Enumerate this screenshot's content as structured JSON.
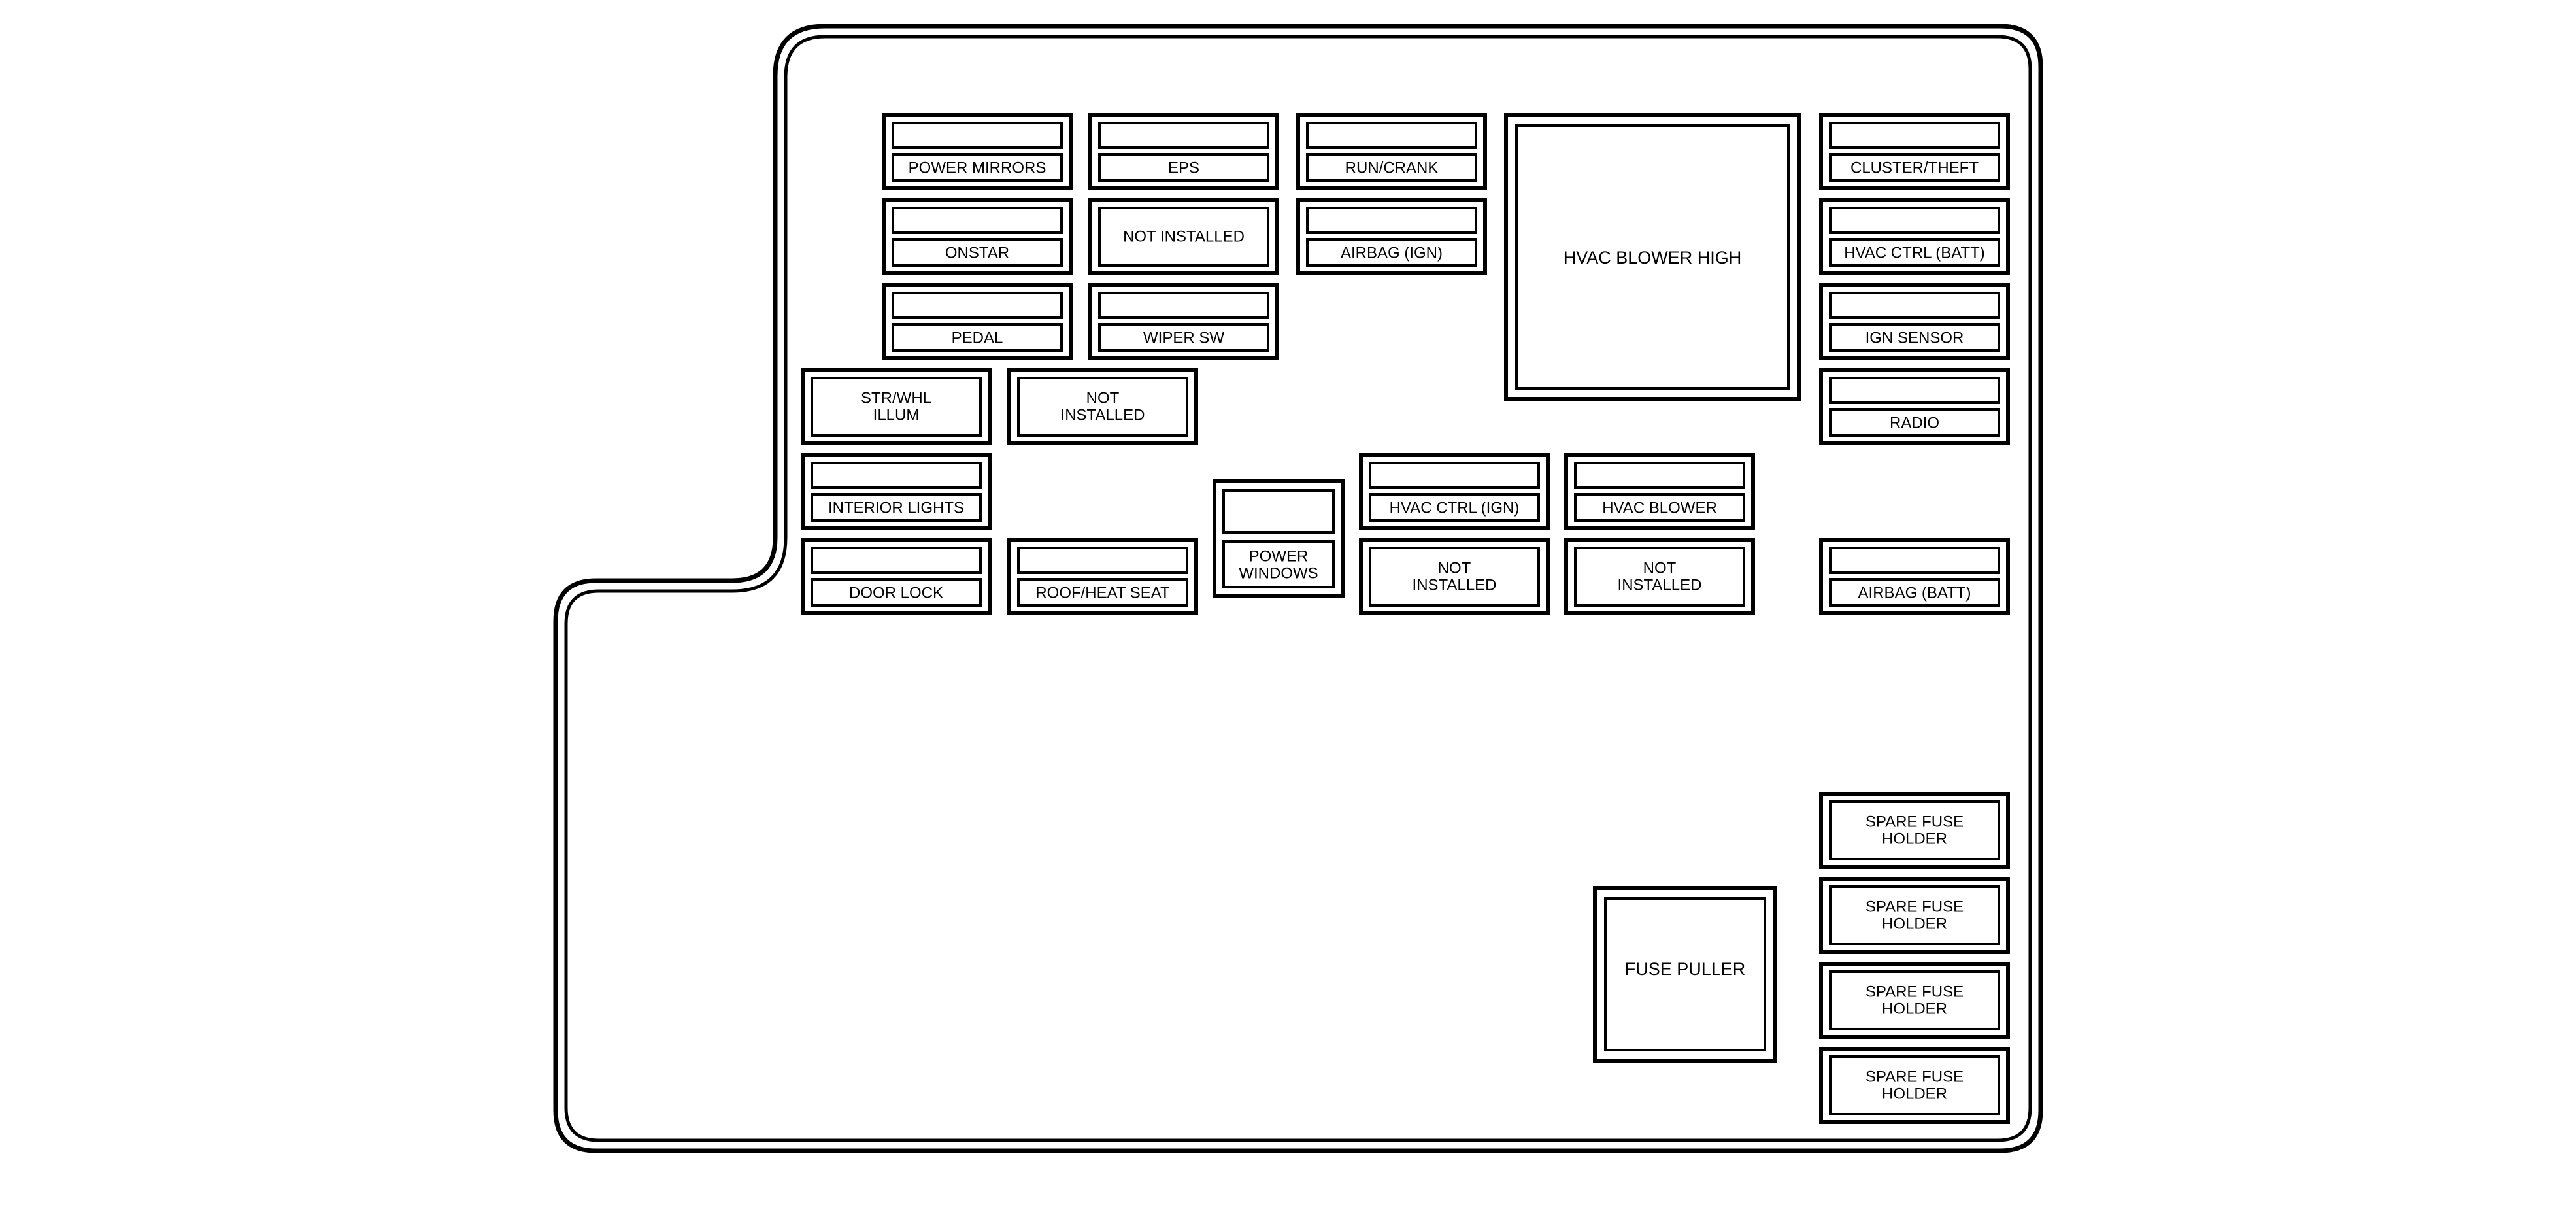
{
  "colors": {
    "line": "#000000",
    "background": "#ffffff"
  },
  "fuses": {
    "power_mirrors": [
      "POWER MIRRORS"
    ],
    "eps": [
      "EPS"
    ],
    "run_crank": [
      "RUN/CRANK"
    ],
    "cluster_theft": [
      "CLUSTER/THEFT"
    ],
    "onstar": [
      "ONSTAR"
    ],
    "not_installed_1": [
      "NOT INSTALLED"
    ],
    "airbag_ign": [
      "AIRBAG (IGN)"
    ],
    "hvac_ctrl_batt": [
      "HVAC CTRL (BATT)"
    ],
    "pedal": [
      "PEDAL"
    ],
    "wiper_sw": [
      "WIPER SW"
    ],
    "ign_sensor": [
      "IGN SENSOR"
    ],
    "str_whl_illum": [
      "STR/WHL",
      "ILLUM"
    ],
    "not_installed_2": [
      "NOT",
      "INSTALLED"
    ],
    "radio": [
      "RADIO"
    ],
    "interior_lights": [
      "INTERIOR LIGHTS"
    ],
    "hvac_ctrl_ign": [
      "HVAC CTRL (IGN)"
    ],
    "hvac_blower": [
      "HVAC BLOWER"
    ],
    "power_windows": [
      "POWER",
      "WINDOWS"
    ],
    "door_lock": [
      "DOOR LOCK"
    ],
    "roof_heat_seat": [
      "ROOF/HEAT SEAT"
    ],
    "not_installed_3": [
      "NOT",
      "INSTALLED"
    ],
    "not_installed_4": [
      "NOT",
      "INSTALLED"
    ],
    "airbag_batt": [
      "AIRBAG (BATT)"
    ],
    "hvac_blower_high": [
      "HVAC BLOWER HIGH"
    ],
    "spare_fuse_holder_1": [
      "SPARE FUSE",
      "HOLDER"
    ],
    "spare_fuse_holder_2": [
      "SPARE FUSE",
      "HOLDER"
    ],
    "spare_fuse_holder_3": [
      "SPARE FUSE",
      "HOLDER"
    ],
    "spare_fuse_holder_4": [
      "SPARE FUSE",
      "HOLDER"
    ],
    "fuse_puller": [
      "FUSE PULLER"
    ]
  }
}
